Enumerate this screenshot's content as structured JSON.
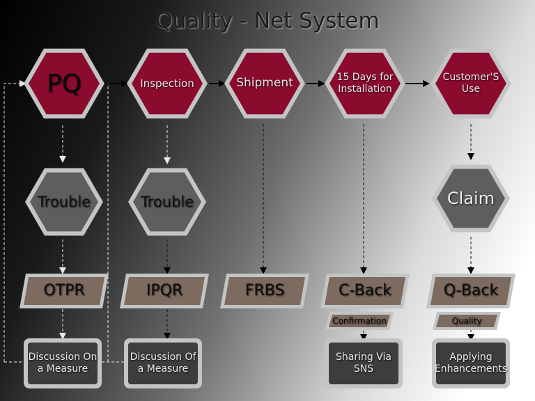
{
  "title": "Quality - Net System",
  "stages": [
    {
      "label": "PQ"
    },
    {
      "label": "Inspection"
    },
    {
      "label": "Shipment"
    },
    {
      "label": "15 Days for Installation"
    },
    {
      "label": "Customer'S Use"
    }
  ],
  "issues": [
    {
      "label": "Trouble"
    },
    {
      "label": "Trouble"
    },
    {
      "label": "Claim"
    }
  ],
  "reports": [
    {
      "label": "OTPR"
    },
    {
      "label": "IPQR"
    },
    {
      "label": "FRBS"
    },
    {
      "label": "C-Back"
    },
    {
      "label": "Q-Back"
    }
  ],
  "tags": [
    {
      "label": "Confirmation"
    },
    {
      "label": "Quality"
    }
  ],
  "actions": [
    {
      "label": "Discussion On a Measure"
    },
    {
      "label": "Discussion Of a Measure"
    },
    {
      "label": "Sharing Via SNS"
    },
    {
      "label": "Applying Enhancements"
    }
  ],
  "colors": {
    "stage_fill": "#8b0b2f",
    "issue_fill": "#5e5e5e",
    "report_fill": "#7d6b60",
    "action_fill": "#3d3d3d",
    "outline": "#c4c4c4"
  }
}
